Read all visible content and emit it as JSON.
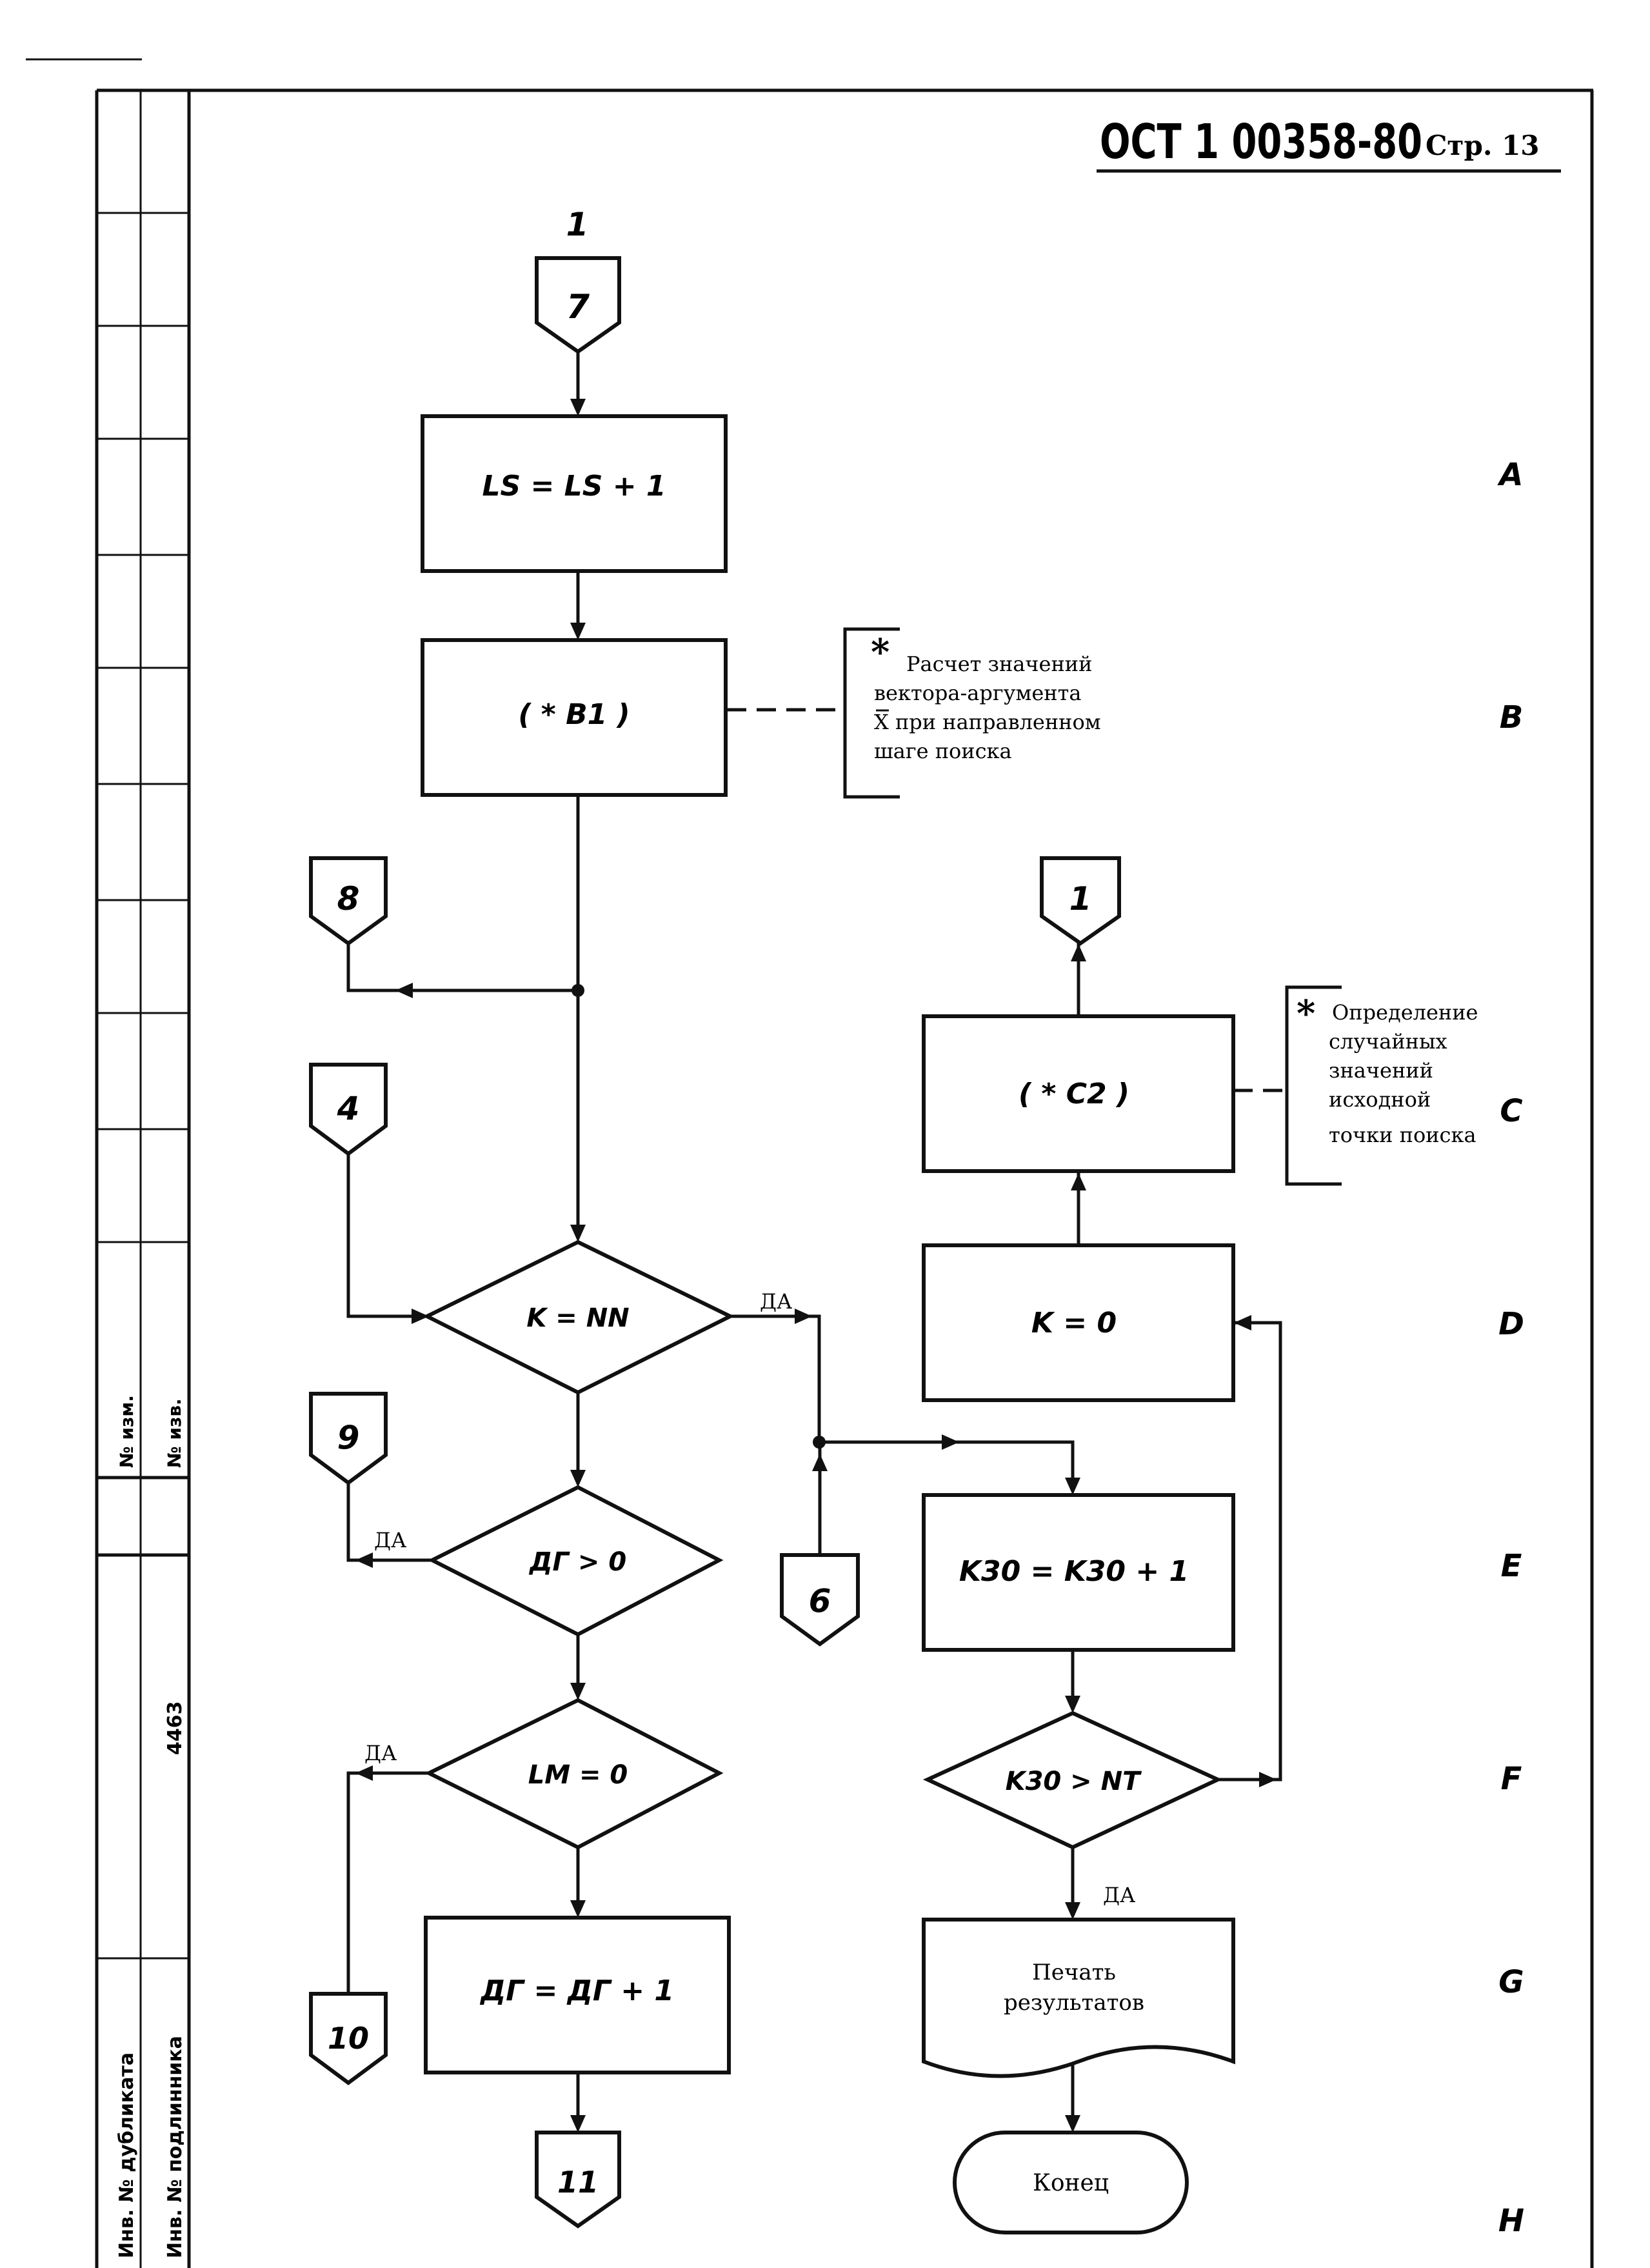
{
  "header": {
    "doc_code": "ОСТ 1 00358-80",
    "page_label": "Стр. 13"
  },
  "stamp": {
    "change_no": "№ изм.",
    "notice_no": "№ изв.",
    "number": "4463",
    "dup_inv": "Инв. № дубликата",
    "orig_inv": "Инв. № подлинника"
  },
  "row_labels": [
    "A",
    "B",
    "C",
    "D",
    "E",
    "F",
    "G",
    "H"
  ],
  "connectors": {
    "c7": "7",
    "c7_ref": "1",
    "c8": "8",
    "c4": "4",
    "c9": "9",
    "c10": "10",
    "c11": "11",
    "c6": "6",
    "c1": "1"
  },
  "blocks": {
    "ls": "LS = LS + 1",
    "b1": "( * B1 )",
    "k_nn": "K = NN",
    "dg_gt0": "ДГ > 0",
    "lm0": "LM = 0",
    "dg_inc": "ДГ = ДГ + 1",
    "c2": "( * C2 )",
    "k0": "K = 0",
    "k30_inc": "K30 = K30 + 1",
    "k30_nt": "K30 > NT",
    "print": [
      "Печать",
      "результатов"
    ],
    "end": "Конец"
  },
  "yes_labels": {
    "k_nn": "ДА",
    "dg_gt0": "ДА",
    "lm0": "ДА",
    "k30_nt": "ДА"
  },
  "comments": {
    "b1": {
      "star": "*",
      "lines": [
        "Расчет значений",
        "вектора-аргумента",
        "X при направленном",
        "шаге поиска"
      ]
    },
    "c2": {
      "star": "*",
      "lines": [
        "Определение",
        "случайных",
        "значений",
        "исходной",
        "точки поиска"
      ]
    }
  }
}
